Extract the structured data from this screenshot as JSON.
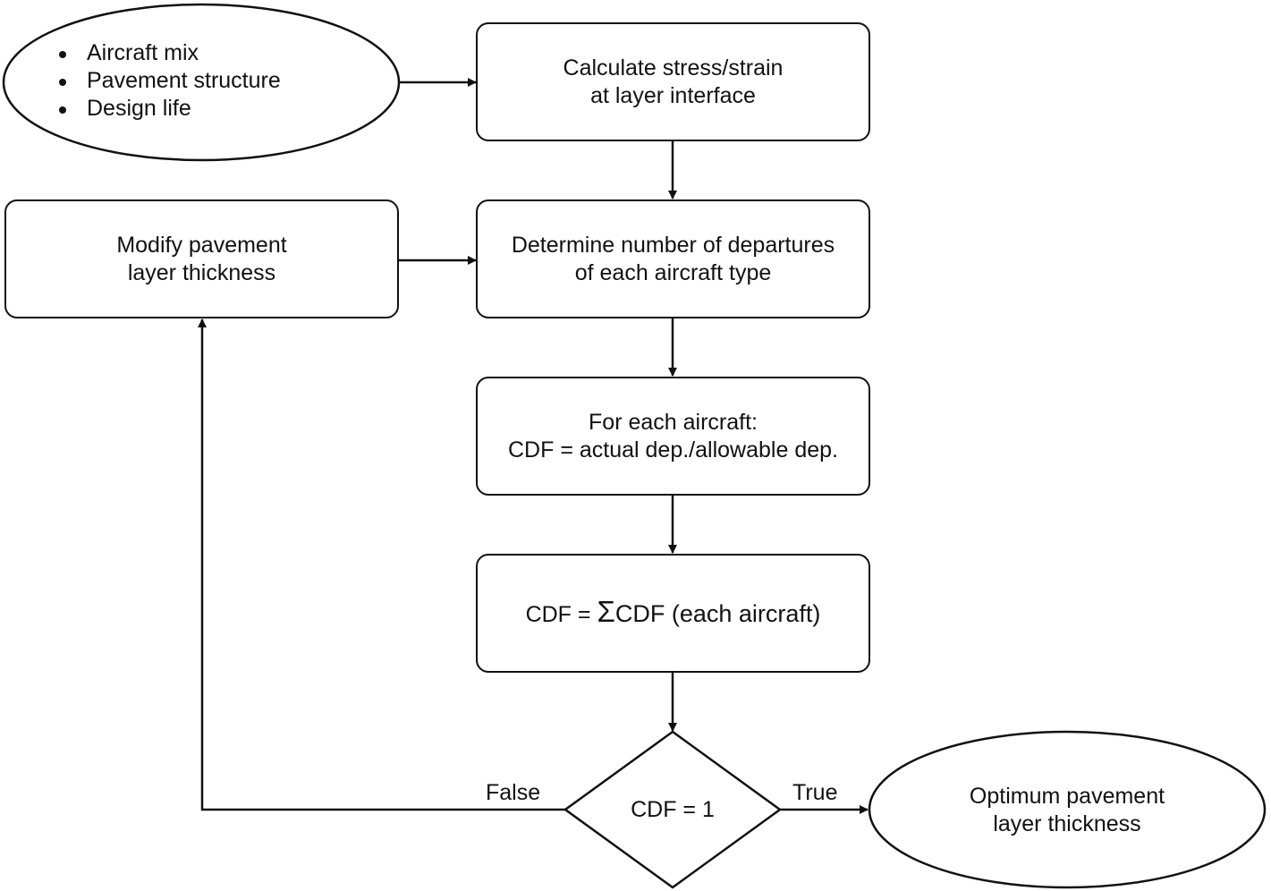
{
  "inputs": {
    "items": [
      "Aircraft mix",
      "Pavement structure",
      "Design life"
    ]
  },
  "steps": {
    "calculate": [
      "Calculate stress/strain",
      "at layer interface"
    ],
    "modify": [
      "Modify pavement",
      "layer thickness"
    ],
    "determine": [
      "Determine number of departures",
      "of each aircraft type"
    ],
    "per_aircraft": [
      "For each aircraft:",
      "CDF = actual dep./allowable dep."
    ],
    "sum": {
      "prefix": "CDF =",
      "sigma": "Σ",
      "suffix": "CDF (each aircraft)"
    }
  },
  "decision": {
    "condition": "CDF = 1",
    "false_label": "False",
    "true_label": "True"
  },
  "result": [
    "Optimum pavement",
    "layer thickness"
  ]
}
